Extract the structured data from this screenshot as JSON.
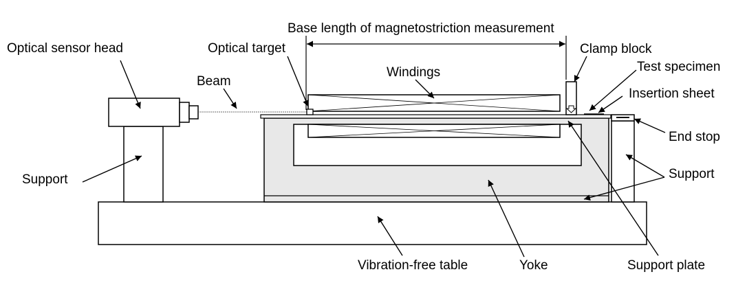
{
  "diagram": {
    "title": "Base length of magnetostriction measurement",
    "labels": {
      "optical_sensor_head": "Optical sensor head",
      "optical_target": "Optical target",
      "beam": "Beam",
      "windings": "Windings",
      "clamp_block": "Clamp block",
      "test_specimen": "Test specimen",
      "insertion_sheet": "Insertion sheet",
      "end_stop": "End stop",
      "support_left": "Support",
      "support_right": "Support",
      "vibration_free_table": "Vibration-free table",
      "yoke": "Yoke",
      "support_plate": "Support plate"
    },
    "colors": {
      "stroke": "#000000",
      "yoke_fill": "#e8e8e8",
      "background": "#ffffff"
    }
  }
}
